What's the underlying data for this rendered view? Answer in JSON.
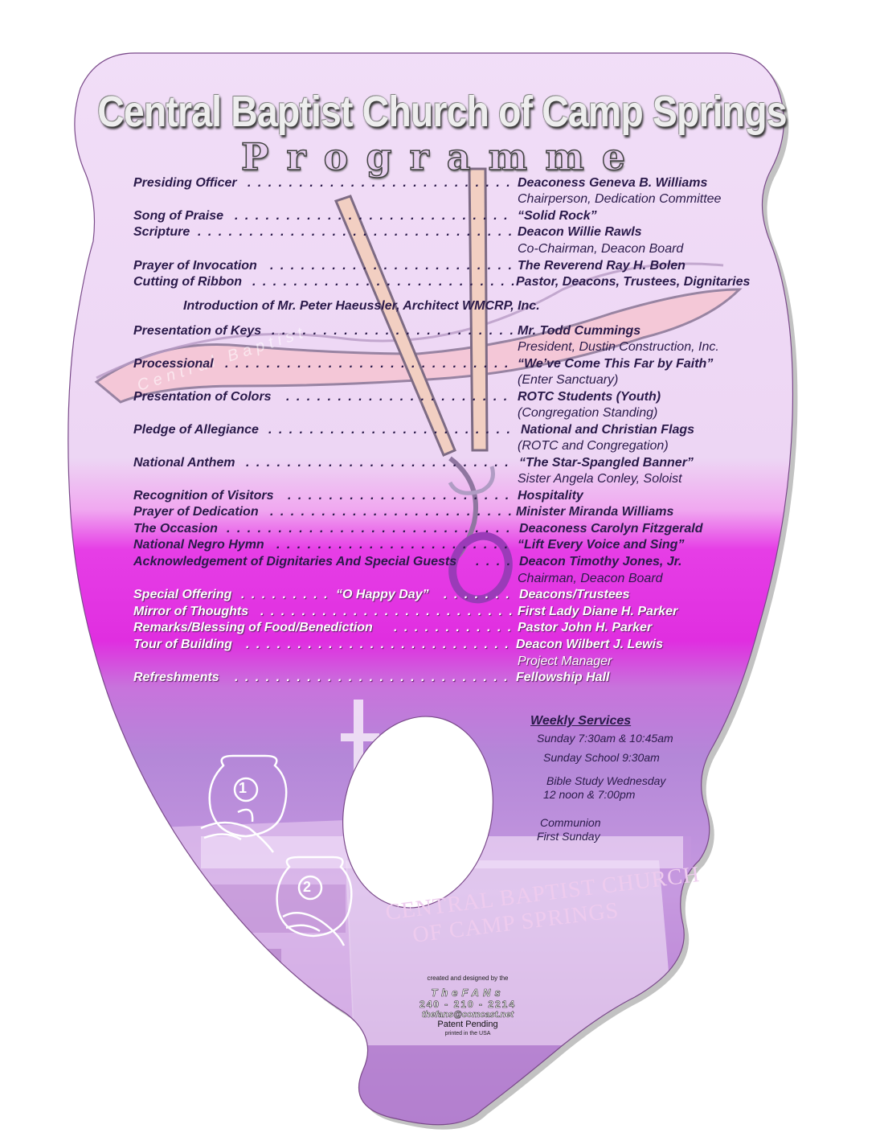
{
  "title": "Central Baptist Church of Camp Springs",
  "subtitle": "Programme",
  "program_dark": [
    {
      "label": "Presiding Officer",
      "value": "Deaconess Geneva B. Williams",
      "sub": [
        "Chairperson, Dedication Committee"
      ]
    },
    {
      "label": "Song of Praise",
      "value": "“Solid Rock”",
      "sub": []
    },
    {
      "label": "Scripture",
      "value": "Deacon Willie Rawls",
      "sub": [
        "Co-Chairman, Deacon Board"
      ]
    },
    {
      "label": "Prayer of Invocation",
      "value": "The Reverend Ray H. Bolen",
      "sub": []
    },
    {
      "label": "Cutting of Ribbon",
      "value": "Pastor, Deacons, Trustees, Dignitaries",
      "sub": []
    }
  ],
  "introduction": "Introduction of Mr. Peter Haeussler, Architect WMCRP, Inc.",
  "program_dark2": [
    {
      "label": "Presentation of Keys",
      "value": "Mr. Todd Cummings",
      "sub": [
        "President, Dustin Construction, Inc."
      ]
    },
    {
      "label": "Processional",
      "value": "“We’ve Come This Far by Faith”",
      "sub": [
        "(Enter Sanctuary)"
      ]
    },
    {
      "label": "Presentation of Colors",
      "value": "ROTC Students (Youth)",
      "sub": [
        "(Congregation Standing)"
      ]
    },
    {
      "label": "Pledge of Allegiance",
      "value": "National and Christian Flags",
      "sub": [
        "(ROTC and Congregation)"
      ]
    },
    {
      "label": "National Anthem",
      "value": "“The Star-Spangled Banner”",
      "sub": [
        "Sister Angela Conley, Soloist"
      ]
    },
    {
      "label": "Recognition of Visitors",
      "value": "Hospitality",
      "sub": []
    },
    {
      "label": "Prayer of Dedication",
      "value": "Minister Miranda Williams",
      "sub": []
    },
    {
      "label": "The Occasion",
      "value": "Deaconess Carolyn Fitzgerald",
      "sub": []
    },
    {
      "label": "National Negro Hymn",
      "value": "“Lift Every Voice and Sing”",
      "sub": []
    },
    {
      "label": "Acknowledgement of Dignitaries And Special Guests",
      "value": "Deacon Timothy Jones, Jr.",
      "sub": [
        "Chairman, Deacon Board"
      ]
    }
  ],
  "special_offering": {
    "label": "Special Offering",
    "middle": "“O Happy Day”",
    "value": "Deacons/Trustees"
  },
  "program_light": [
    {
      "label": "Mirror of Thoughts",
      "value": "First Lady Diane H. Parker",
      "sub": []
    },
    {
      "label": "Remarks/Blessing of Food/Benediction",
      "value": "Pastor John H. Parker",
      "sub": []
    },
    {
      "label": "Tour of Building",
      "value": "Deacon Wilbert J. Lewis",
      "sub": [
        "Project Manager"
      ]
    },
    {
      "label": "Refreshments",
      "value": "Fellowship Hall",
      "sub": []
    }
  ],
  "weekly_services": {
    "heading": "Weekly Services",
    "lines": [
      "Sunday 7:30am & 10:45am",
      "Sunday School 9:30am",
      "Bible Study Wednesday",
      "12 noon & 7:00pm",
      "Communion",
      "First Sunday"
    ]
  },
  "steps": [
    "1",
    "2"
  ],
  "building_sign": [
    "CENTRAL BAPTIST CHURCH",
    "OF CAMP SPRINGS"
  ],
  "ribbon_text": "Central Baptist",
  "credits": {
    "created": "created and designed by the",
    "brand": "TheFANs",
    "phone": "240 - 210 - 2214",
    "email": "thefans@comcast.net",
    "patent": "Patent Pending",
    "printed": "printed in the USA"
  },
  "colors": {
    "light_lilac": "#f0daf6",
    "magenta": "#e62ee6",
    "purple": "#a15ec8",
    "text_dark": "#2a1a4a"
  }
}
